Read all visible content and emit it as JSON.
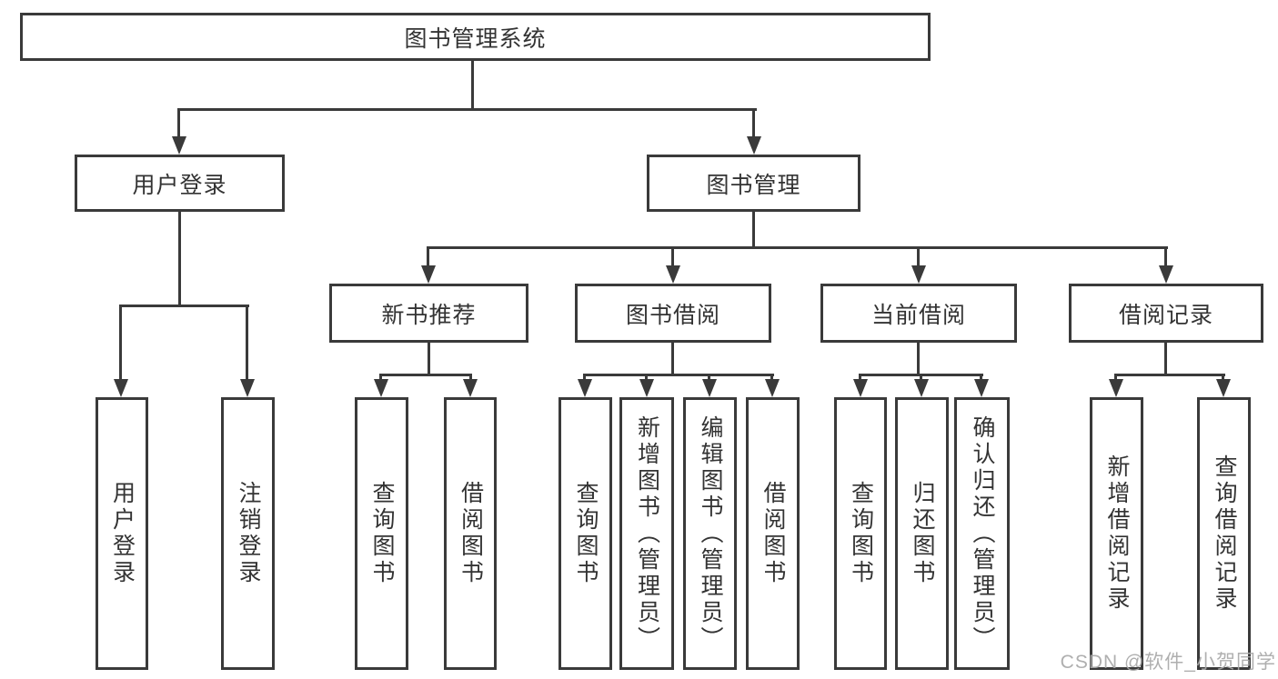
{
  "watermark": "CSDN @软件_小贺同学",
  "colors": {
    "line": "#3a3a3a",
    "text": "#333333",
    "box_background": "#ffffff",
    "watermark": "#a8a8a8"
  },
  "tree": {
    "root": "图书管理系统",
    "user_login": {
      "label": "用户登录",
      "children": [
        "用户登录",
        "注销登录"
      ]
    },
    "book_mgmt": {
      "label": "图书管理",
      "sections": [
        {
          "label": "新书推荐",
          "children": [
            "查询图书",
            "借阅图书"
          ]
        },
        {
          "label": "图书借阅",
          "children": [
            "查询图书",
            "新增图书（管理员）",
            "编辑图书（管理员）",
            "借阅图书"
          ]
        },
        {
          "label": "当前借阅",
          "children": [
            "查询图书",
            "归还图书",
            "确认归还（管理员）"
          ]
        },
        {
          "label": "借阅记录",
          "children": [
            "新增借阅记录",
            "查询借阅记录"
          ]
        }
      ]
    }
  }
}
